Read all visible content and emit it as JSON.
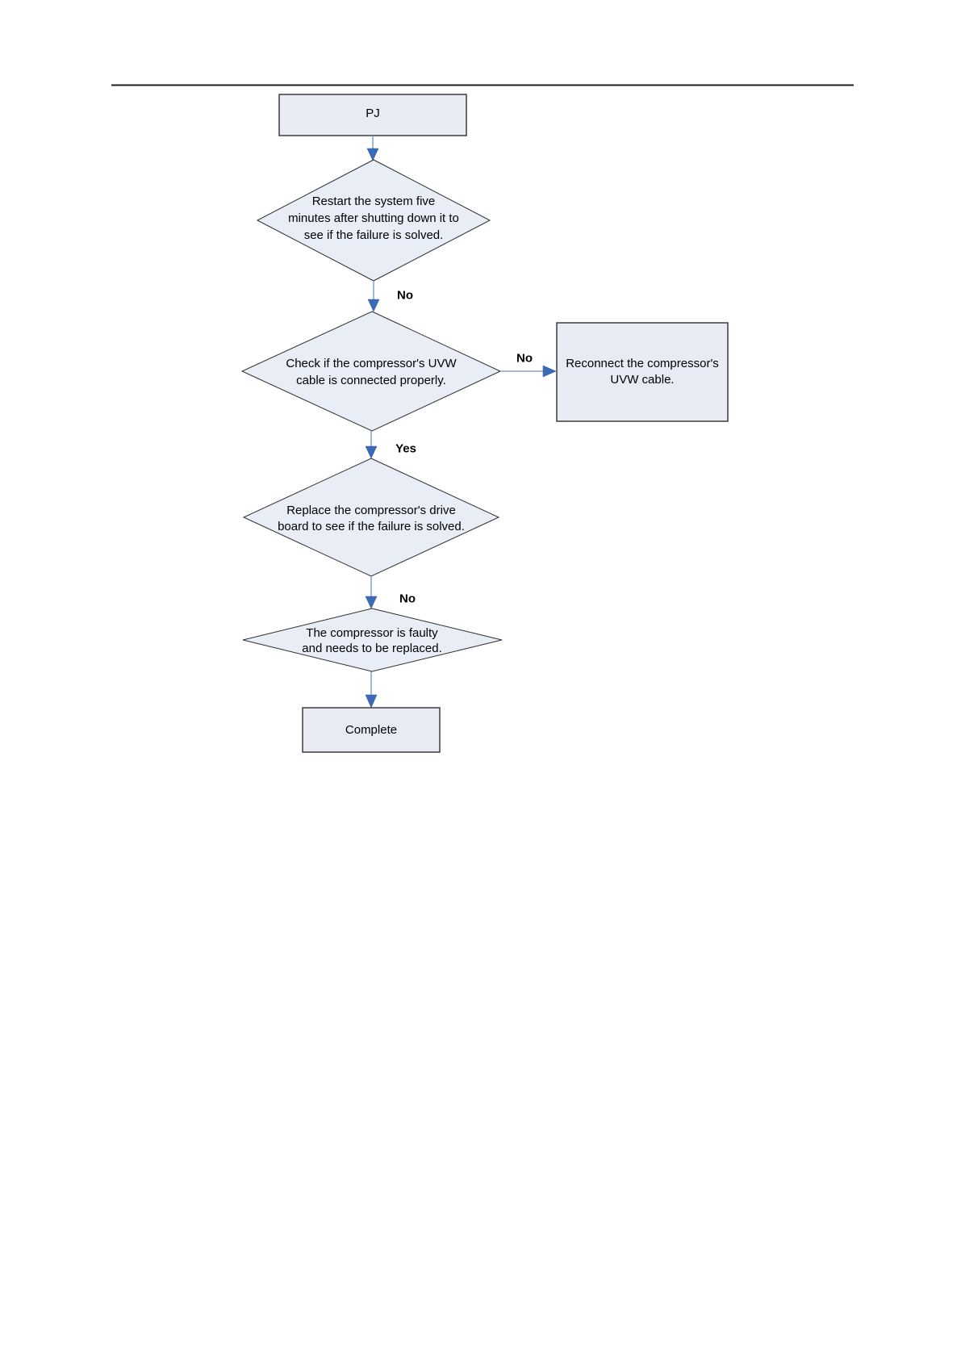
{
  "page": {
    "background": "#ffffff",
    "header_rule_color": "#1c1c1c"
  },
  "flowchart": {
    "style": {
      "node_fill": "#e8ebf4",
      "node_border": "#3d3d3d",
      "connector_color": "#7191be",
      "arrowhead_color": "#3a6ab8",
      "text_color": "#000000"
    },
    "nodes": [
      {
        "id": "start",
        "type": "process",
        "label": "PJ"
      },
      {
        "id": "decision-restart",
        "type": "decision",
        "lines": [
          "Restart the system five",
          "minutes after shutting down it to",
          "see if the failure is solved."
        ]
      },
      {
        "id": "decision-uvw-cable",
        "type": "decision",
        "lines": [
          "Check if the compressor's UVW",
          "cable is connected properly."
        ]
      },
      {
        "id": "action-reconnect",
        "type": "process",
        "lines": [
          "Reconnect the compressor's",
          "UVW cable."
        ]
      },
      {
        "id": "decision-drive-board",
        "type": "decision",
        "lines": [
          "Replace the compressor's drive",
          "board to see if the failure is solved."
        ]
      },
      {
        "id": "decision-compressor-faulty",
        "type": "decision",
        "lines": [
          "The compressor is faulty",
          "and needs to be replaced."
        ]
      },
      {
        "id": "end",
        "type": "process",
        "label": "Complete"
      }
    ],
    "edge_labels": [
      {
        "id": "restart-no",
        "label": "No"
      },
      {
        "id": "uvw-no",
        "label": "No"
      },
      {
        "id": "uvw-yes",
        "label": "Yes"
      },
      {
        "id": "drive-board-no",
        "label": "No"
      }
    ]
  }
}
